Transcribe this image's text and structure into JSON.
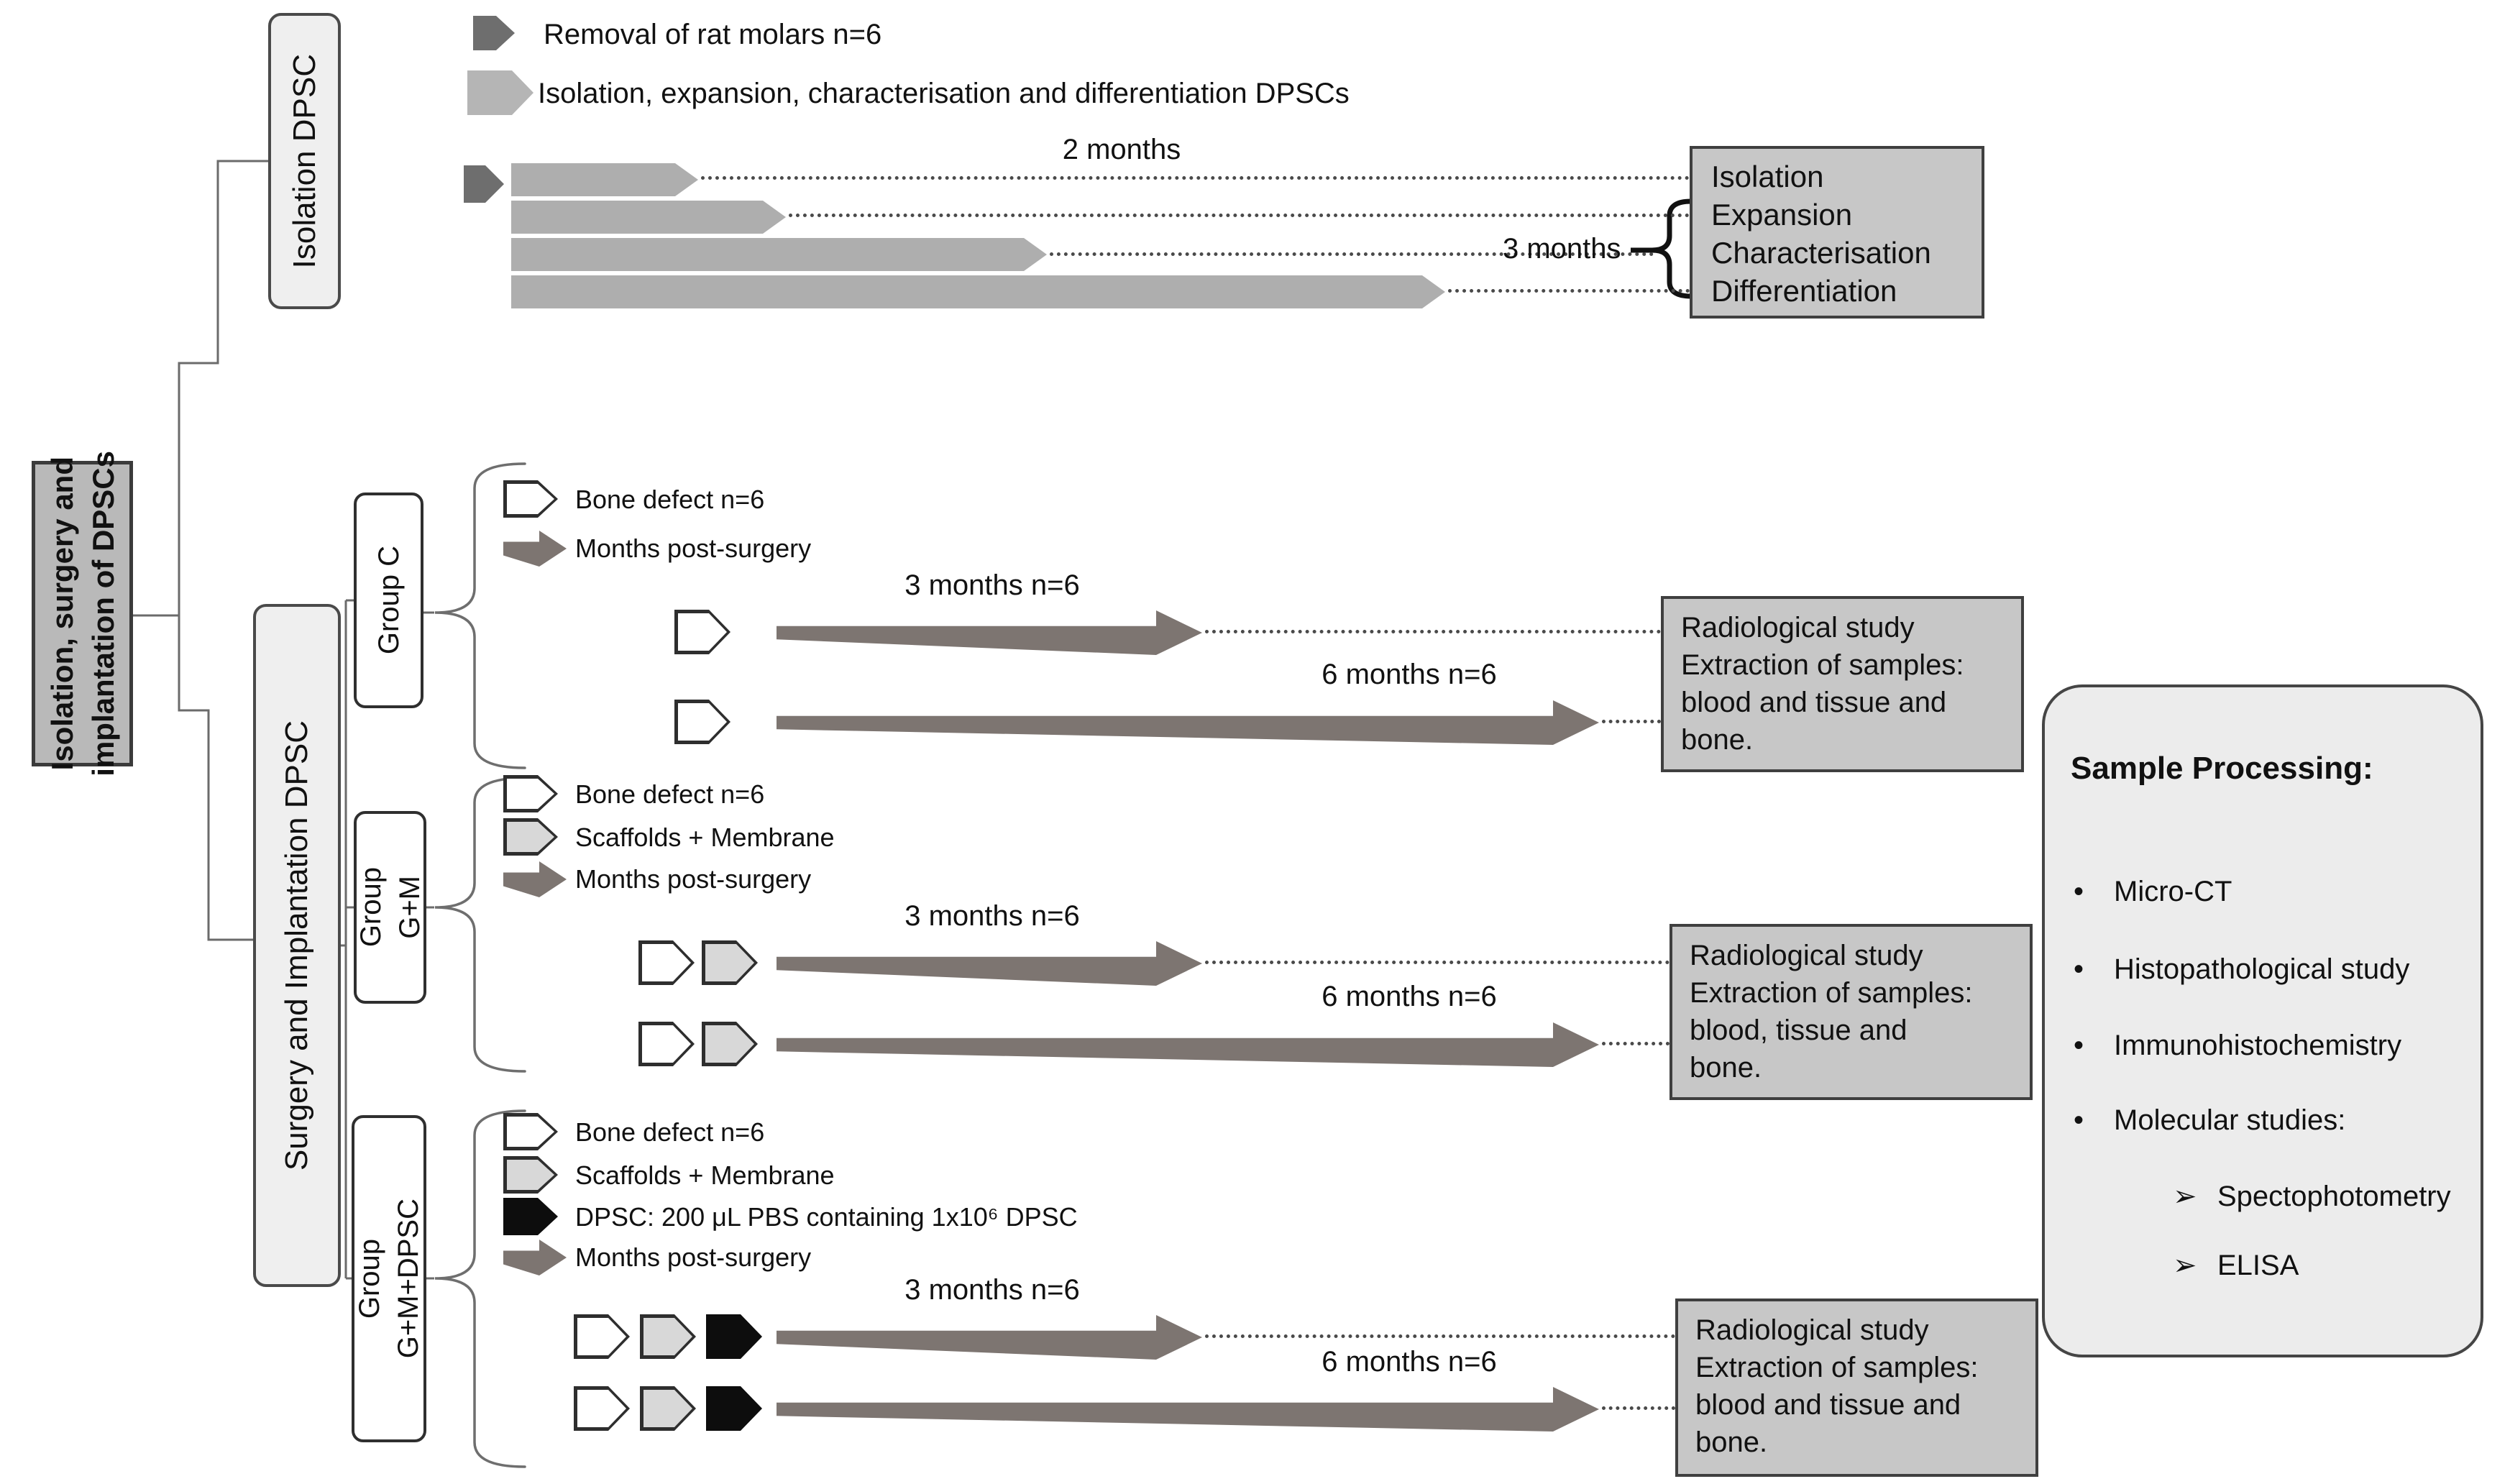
{
  "colors": {
    "bar_gray": "#aeaeae",
    "marker_dark": "#6e6e6e",
    "arrow_gray": "#7d7571",
    "stage_box_fill": "#c7c7c7",
    "panel_fill": "#ececec",
    "root_box_fill": "#b9b9b9",
    "label_box_fill": "#efefef"
  },
  "top_legend": {
    "items": [
      {
        "icon": "removal-marker-pentagon",
        "label": "Removal of rat molars n=6"
      },
      {
        "icon": "dpsc-process-pentagon",
        "label": "Isolation, expansion, characterisation and differentiation DPSCs"
      }
    ]
  },
  "timeline": {
    "label_2_months": "2 months",
    "label_3_months": "3 months",
    "stages": [
      "Isolation",
      "Expansion",
      "Characterisation",
      "Differentiation"
    ]
  },
  "tree": {
    "root_line1": "Isolation, surgery and",
    "root_line2": "implantation of DPSCs",
    "isolation_branch": "Isolation DPSC",
    "surgery_branch": "Surgery and Implantation DPSC"
  },
  "groups": [
    {
      "name_line1": "Group C",
      "name_line2": "",
      "legend": [
        {
          "icon": "white-pentagon",
          "label": "Bone defect n=6"
        },
        {
          "icon": "gray-arrow",
          "label": "Months post-surgery"
        }
      ],
      "timepoints": [
        {
          "label": "3 months n=6"
        },
        {
          "label": "6 months n=6"
        }
      ],
      "outcome_lines": [
        "Radiological study",
        "Extraction of samples:",
        "blood and tissue and",
        "bone."
      ]
    },
    {
      "name_line1": "Group",
      "name_line2": "G+M",
      "legend": [
        {
          "icon": "white-pentagon",
          "label": "Bone defect n=6"
        },
        {
          "icon": "gray-pentagon",
          "label": "Scaffolds + Membrane"
        },
        {
          "icon": "gray-arrow",
          "label": "Months post-surgery"
        }
      ],
      "timepoints": [
        {
          "label": "3 months n=6"
        },
        {
          "label": "6 months n=6"
        }
      ],
      "outcome_lines": [
        "Radiological study",
        "Extraction of samples:",
        "blood, tissue and",
        "bone."
      ]
    },
    {
      "name_line1": "Group",
      "name_line2": "G+M+DPSC",
      "legend": [
        {
          "icon": "white-pentagon",
          "label": "Bone defect n=6"
        },
        {
          "icon": "gray-pentagon",
          "label": "Scaffolds + Membrane"
        },
        {
          "icon": "black-pentagon",
          "label": "DPSC: 200 μL PBS containing 1x10⁶ DPSC"
        },
        {
          "icon": "gray-arrow",
          "label": "Months post-surgery"
        }
      ],
      "timepoints": [
        {
          "label": "3 months n=6"
        },
        {
          "label": "6 months n=6"
        }
      ],
      "outcome_lines": [
        "Radiological study",
        "Extraction of samples:",
        "blood and tissue and",
        "bone."
      ]
    }
  ],
  "sample_processing": {
    "title": "Sample Processing:",
    "bullet": "•",
    "sub_bullet": "➢",
    "items": [
      "Micro-CT",
      "Histopathological study",
      "Immunohistochemistry",
      "Molecular studies:"
    ],
    "sub_items": [
      "Spectophotometry",
      "ELISA"
    ]
  }
}
